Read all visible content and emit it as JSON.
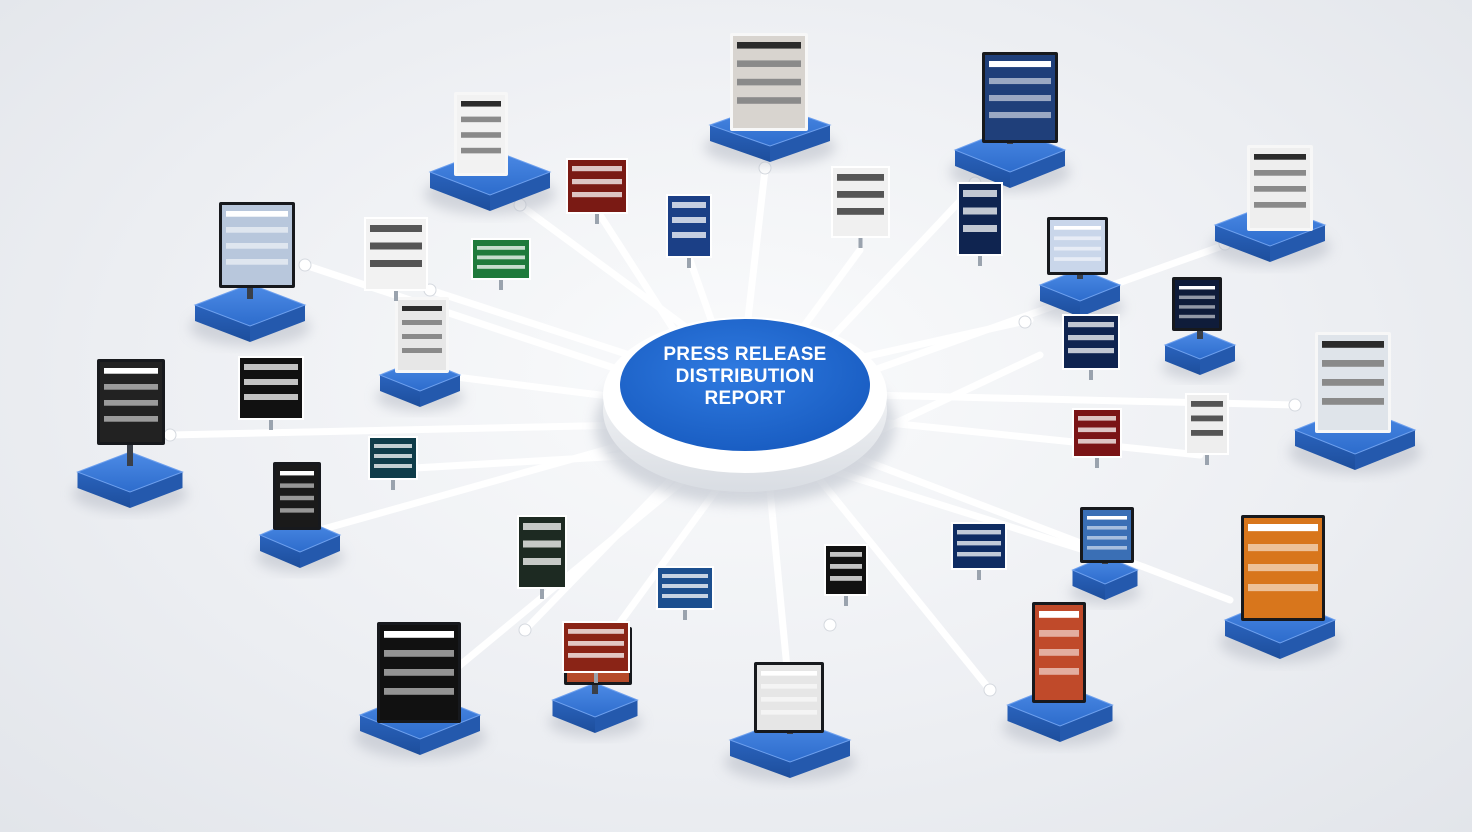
{
  "hub": {
    "line1": "PRESS RELEASE",
    "line2": "DISTRIBUTION",
    "line3": "REPORT"
  },
  "colors": {
    "background": "#eceef2",
    "platform_blue": "#2e6fd0",
    "hub_blue": "#1e63c9",
    "hub_rim": "#ffffff",
    "connector": "#ffffff"
  },
  "outlets": [
    {
      "name": "outlet-newspaper-stack",
      "kind": "print",
      "screen": "#f2f2f2"
    },
    {
      "name": "outlet-photo-magazine",
      "kind": "print",
      "screen": "#d8d4cf"
    },
    {
      "name": "outlet-news-monitor-top-right",
      "kind": "monitor",
      "screen": "#1f3f7a"
    },
    {
      "name": "outlet-newspaper-right",
      "kind": "print",
      "screen": "#eeeeee"
    },
    {
      "name": "outlet-tablet-left",
      "kind": "tablet",
      "screen": "#b8c7dc"
    },
    {
      "name": "outlet-magazine-left",
      "kind": "print",
      "screen": "#e7e7e7"
    },
    {
      "name": "outlet-monitor-right",
      "kind": "monitor",
      "screen": "#c9d6ea"
    },
    {
      "name": "outlet-newspaper-far-right",
      "kind": "print",
      "screen": "#dfe4ea"
    },
    {
      "name": "outlet-monitor-mid-left",
      "kind": "monitor",
      "screen": "#1a1a1a"
    },
    {
      "name": "outlet-dark-sign-right",
      "kind": "sign",
      "screen": "#0f1c3a"
    },
    {
      "name": "outlet-monitor-left-2",
      "kind": "monitor",
      "screen": "#222222"
    },
    {
      "name": "outlet-monitor-lower-right",
      "kind": "monitor",
      "screen": "#3a6fb5"
    },
    {
      "name": "outlet-orange-monitor",
      "kind": "monitor",
      "screen": "#d8761c"
    },
    {
      "name": "outlet-billboard-bottom-left",
      "kind": "sign",
      "screen": "#111111"
    },
    {
      "name": "outlet-red-sign-bottom",
      "kind": "sign",
      "screen": "#b54a2a"
    },
    {
      "name": "outlet-monitor-bottom-center",
      "kind": "monitor",
      "screen": "#e6e6e6"
    },
    {
      "name": "outlet-monitor-bottom-right",
      "kind": "monitor",
      "screen": "#c04a2a"
    }
  ]
}
